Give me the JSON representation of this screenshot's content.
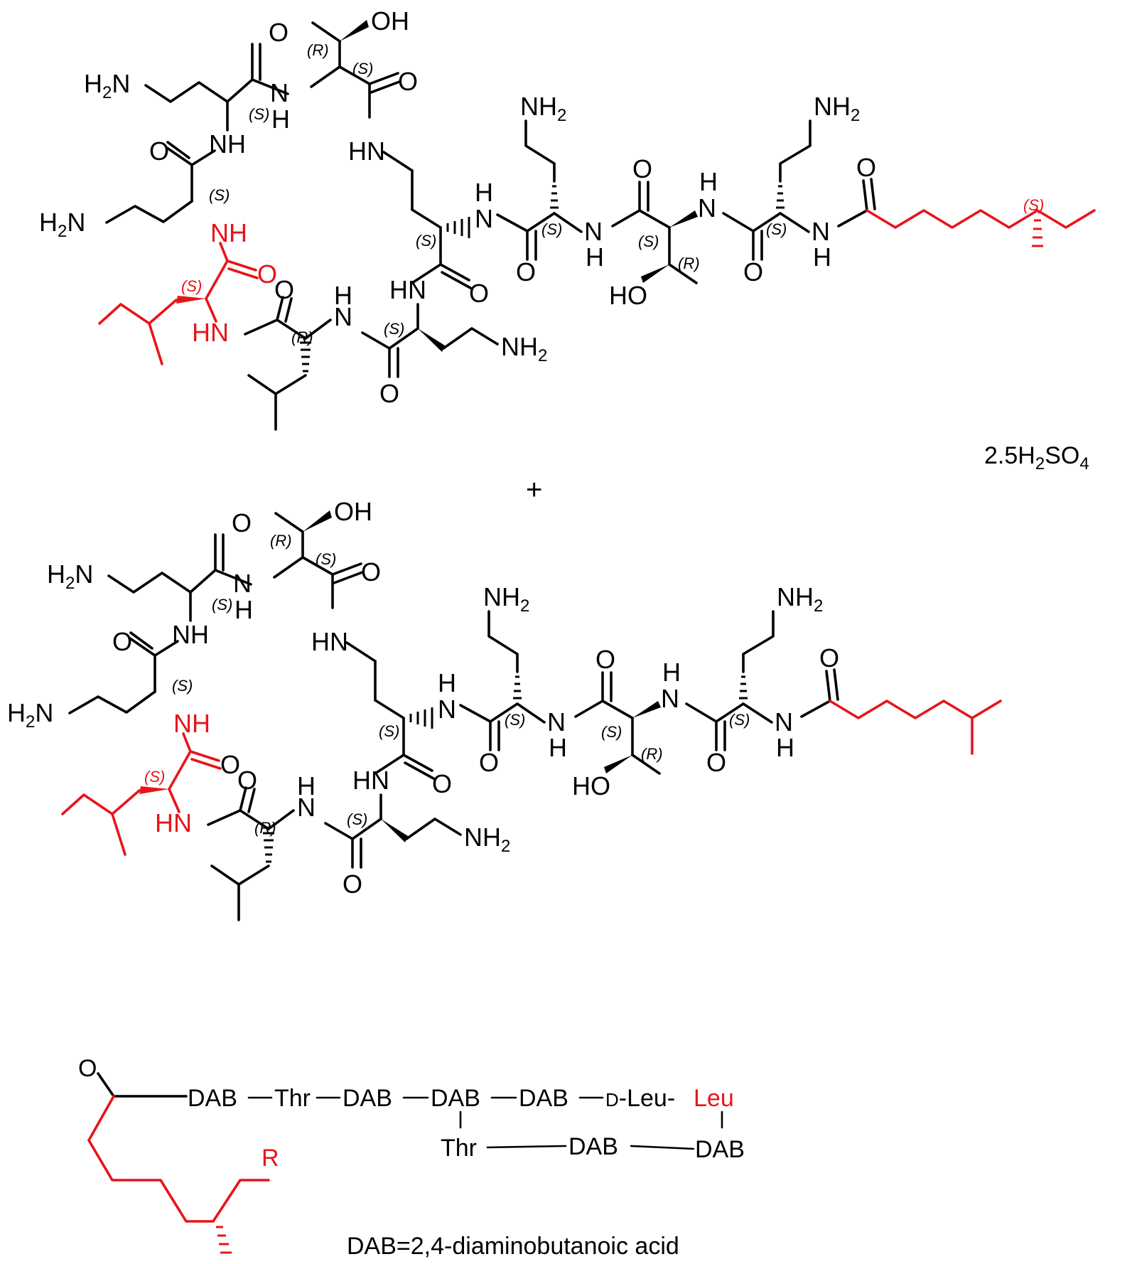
{
  "labels": {
    "nh2": "NH",
    "h2n": "H",
    "two": "2",
    "n_left": "N",
    "nh": "NH",
    "hn": "HN",
    "n": "N",
    "h": "H",
    "o": "O",
    "oh": "OH",
    "ho": "HO"
  },
  "stereo": {
    "S": "(S)",
    "R": "(R)"
  },
  "salt": {
    "prefix": "2.5H",
    "sub1": "2",
    "mid": "SO",
    "sub2": "4"
  },
  "plus": "+",
  "sequence": {
    "o": "O",
    "r": "R",
    "dab": "DAB",
    "thr": "Thr",
    "d_prefix": "D",
    "leu": "Leu",
    "d_leu_tail": "-Leu-"
  },
  "footnote": "DAB=2,4-diaminobutanoic acid",
  "colors": {
    "highlight": "#e8141a",
    "ink": "#000000"
  }
}
